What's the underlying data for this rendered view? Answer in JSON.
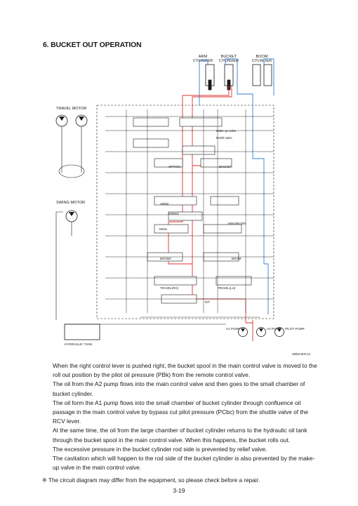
{
  "heading": "6. BUCKET OUT OPERATION",
  "diagram": {
    "cylinders": [
      "ARM CYLINDER",
      "BUCKET CYLINDER",
      "BOOM CYLINDER"
    ],
    "cylinder_lines": [
      [
        "ARM",
        "CYLINDER"
      ],
      [
        "BUCKET",
        "CYLINDER"
      ],
      [
        "BOOM",
        "CYLINDER"
      ]
    ],
    "travel_motor": "TRAVEL MOTOR",
    "swing_motor": "SWING MOTOR",
    "hydraulic_tank": "HYDRAULIC TANK",
    "pumps": [
      "A1 PUMP",
      "A2 PUMP",
      "PILOT PUMP"
    ],
    "valve_labels": [
      "Make up valve",
      "Relief valve",
      "BUCKET",
      "OPTION",
      "ARM2",
      "ARM REGEN",
      "BOOM",
      "ARM1",
      "BOOM2",
      "TRAVEL(RH)",
      "TRAVEL(LH)",
      "SWING",
      "R/T"
    ],
    "figure_code": "3905A3HC14",
    "colors": {
      "red": "#e0322e",
      "blue": "#2f7fd6",
      "black": "#1a1a1a"
    }
  },
  "paragraphs": [
    "When the right control lever is pushed right, the bucket spool in the main control valve is moved to the roll out position by the pilot oil pressure (PBk) from the remote control valve.",
    "The oil from the A2 pump flows into the main control valve and then goes to the small chamber of bucket cylinder.",
    "The oil form the A1 pump flows into the small chamber of bucket cylinder through confluence oil passage in the main control valve by bypass cut pilot pressure (PCbc) from the shuttle valve of the RCV lever.",
    "At the same time, the oil from the large chamber of bucket cylinder returns to the hydraulic oil tank through the bucket spool in the main control valve. When this happens, the bucket rolls out.",
    "The excessive pressure in the bucket cylinder rod side is prevented by relief valve.",
    "The cavitation which will happen to the rod side of the bucket cylinder is also prevented by the make-up valve in the main control valve."
  ],
  "note": "※ The circuit diagram may differ from the equipment, so please check before a repair.",
  "page_number": "3-19"
}
